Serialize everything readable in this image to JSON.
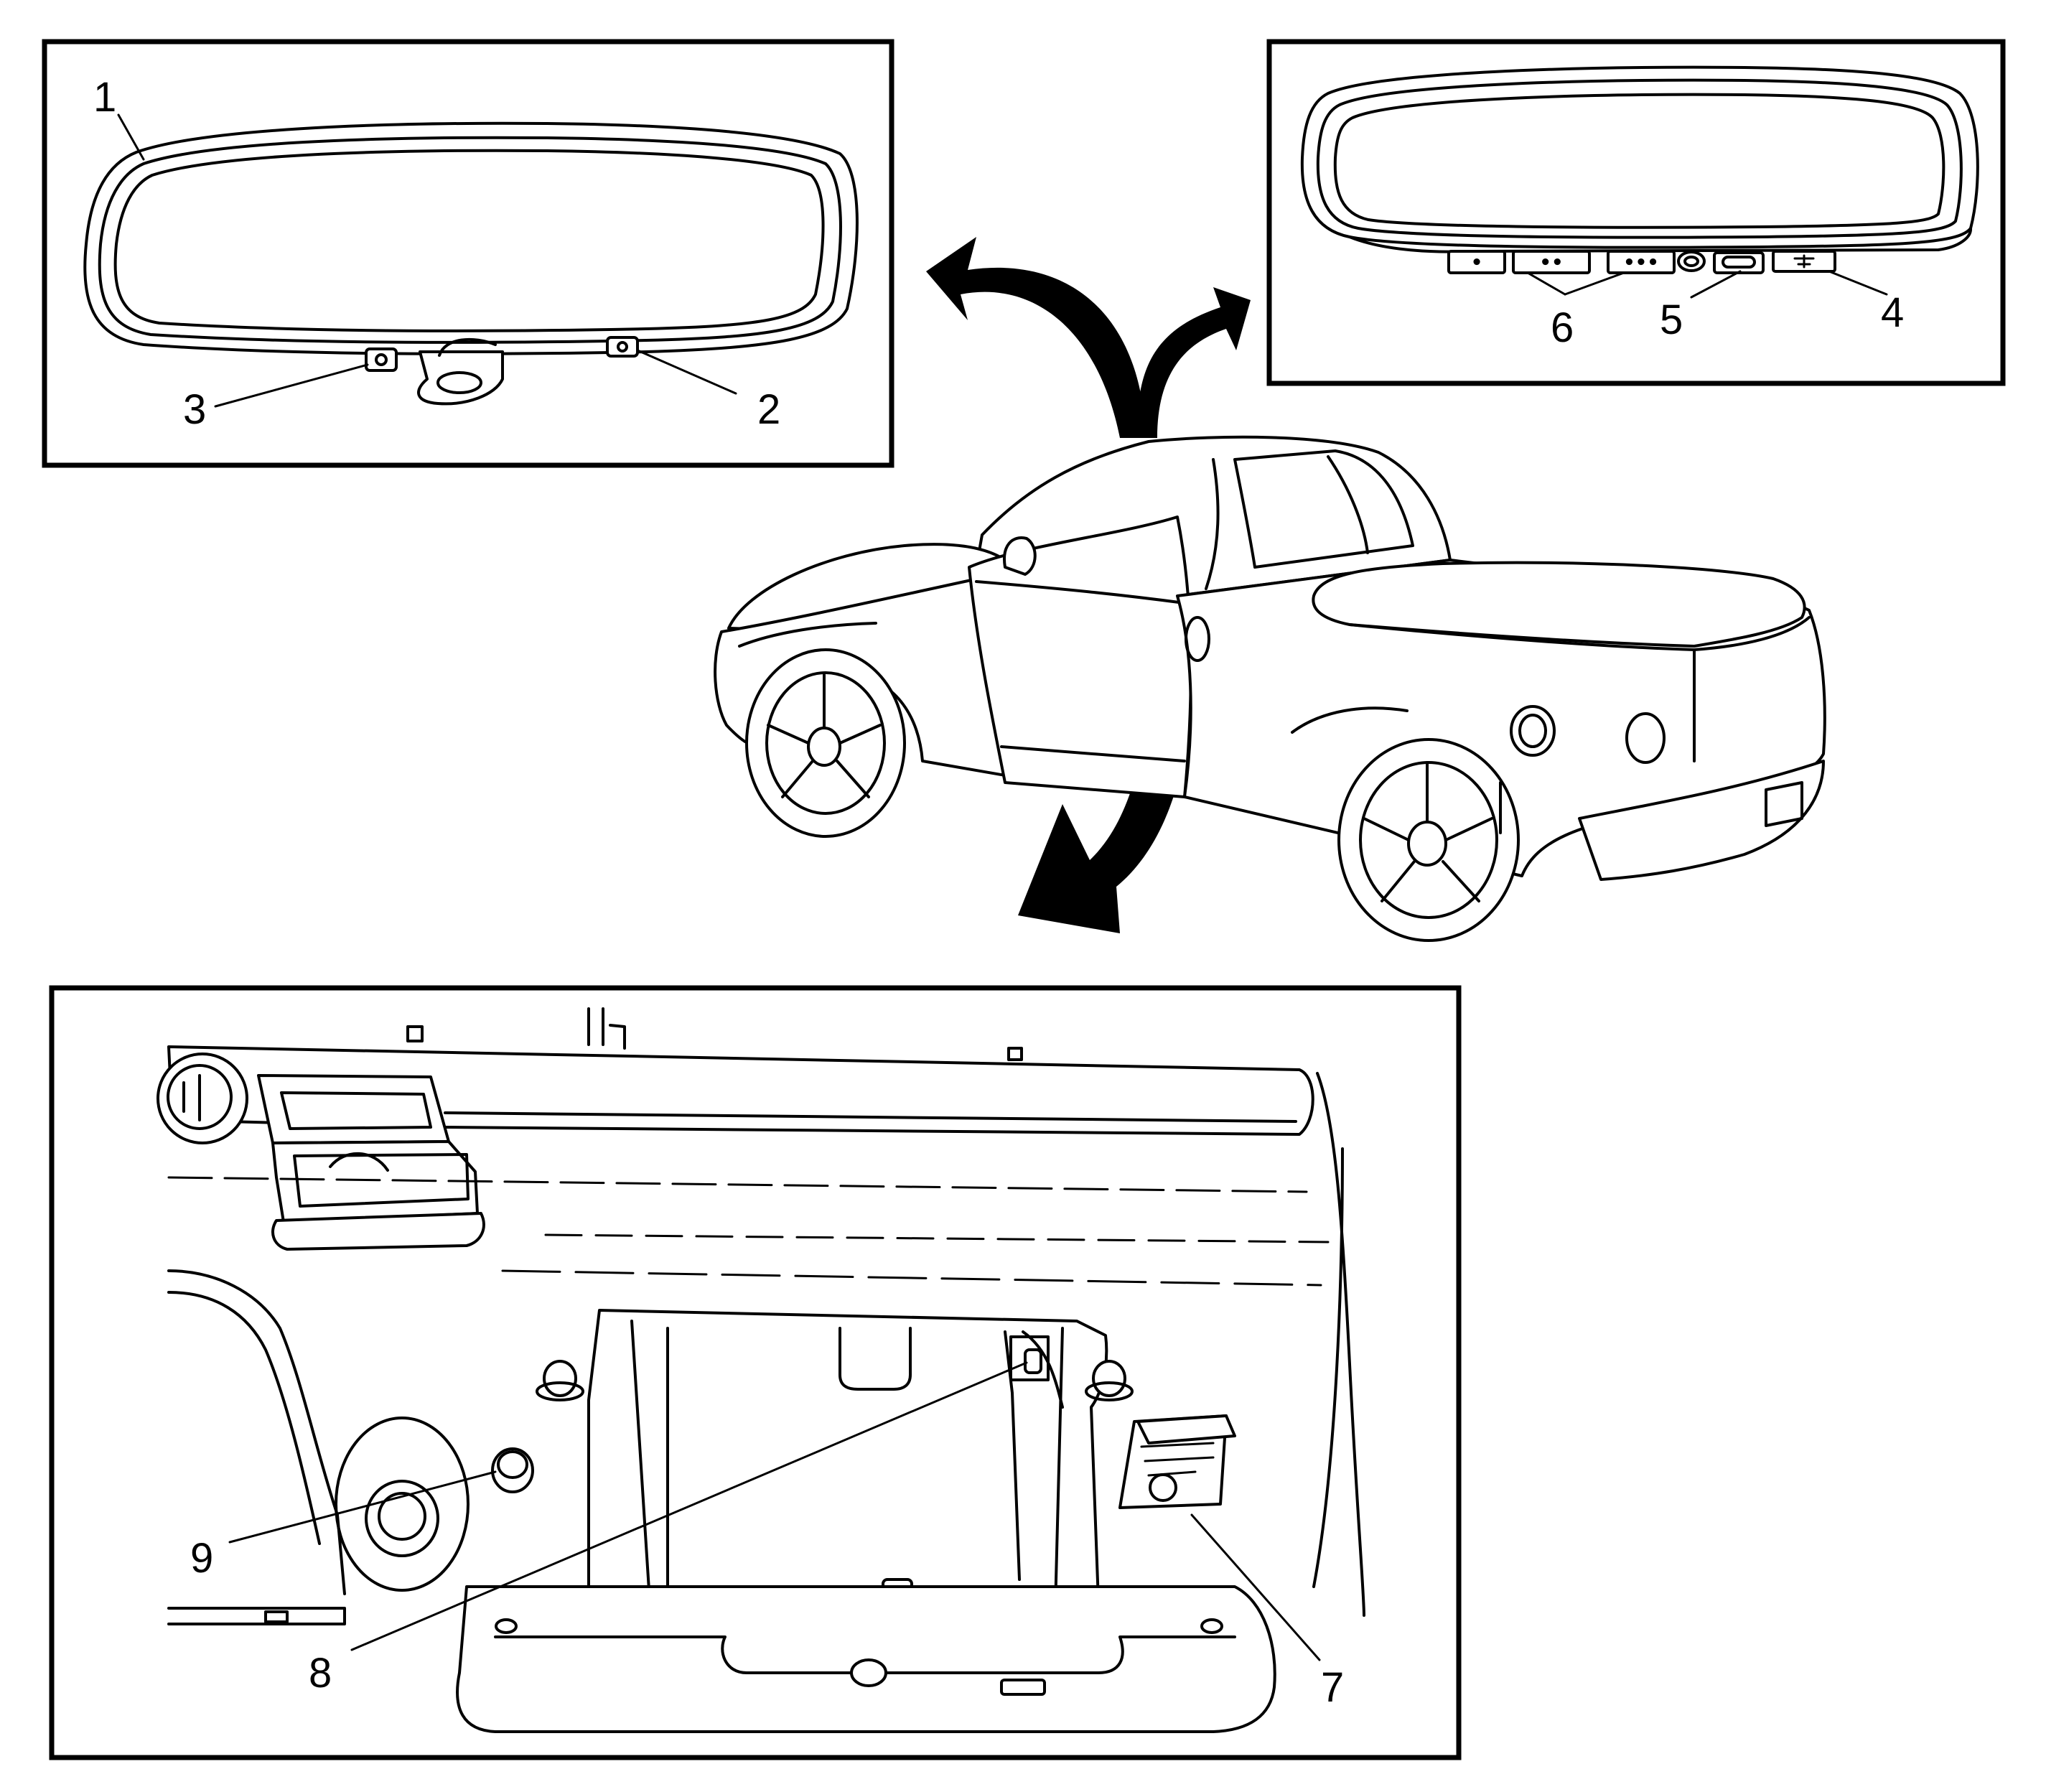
{
  "figure": {
    "callouts": {
      "c1": "1",
      "c2": "2",
      "c3": "3",
      "c4": "4",
      "c5": "5",
      "c6": "6",
      "c7": "7",
      "c8": "8",
      "c9": "9"
    },
    "mirror_buttons": {
      "b1": "•",
      "b2": "••",
      "b3": "•••"
    }
  }
}
